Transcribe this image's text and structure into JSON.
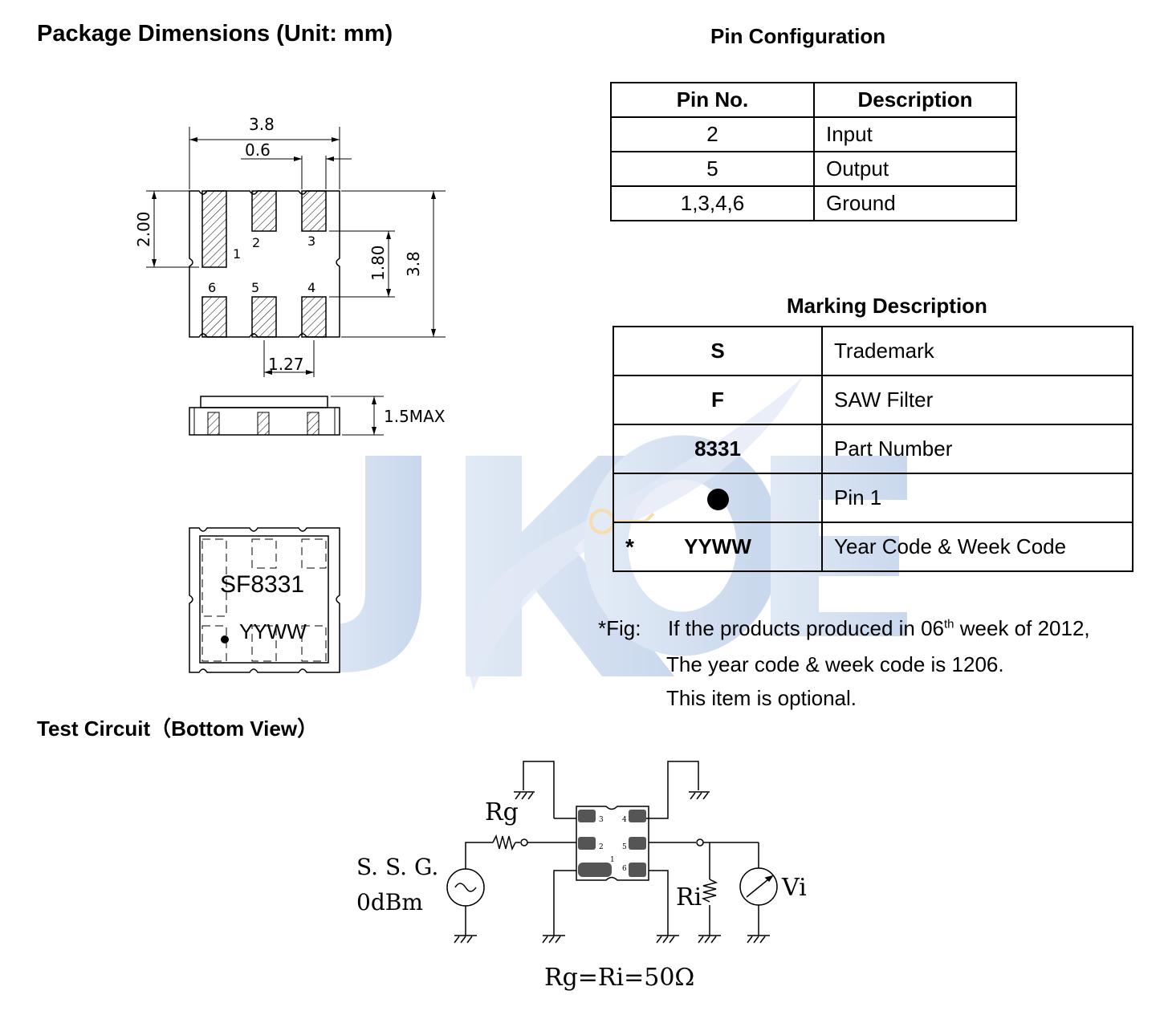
{
  "headings": {
    "package_dimensions": "Package Dimensions (Unit: mm)",
    "pin_configuration": "Pin Configuration",
    "marking_description": "Marking Description",
    "test_circuit": "Test Circuit（Bottom View）"
  },
  "dimensions": {
    "width": "3.8",
    "pad_width": "0.6",
    "pad_height": "2.00",
    "pad_span": "1.80",
    "height": "3.8",
    "pitch": "1.27",
    "max_height": "1.5MAX",
    "pins": [
      "1",
      "2",
      "3",
      "6",
      "5",
      "4"
    ]
  },
  "marking_view": {
    "part": "SF8331",
    "code": "YYWW"
  },
  "pin_table": {
    "headers": [
      "Pin No.",
      "Description"
    ],
    "rows": [
      [
        "2",
        "Input"
      ],
      [
        "5",
        "Output"
      ],
      [
        "1,3,4,6",
        "Ground"
      ]
    ]
  },
  "marking_table": {
    "rows": [
      {
        "mark": "S",
        "desc": "Trademark"
      },
      {
        "mark": "F",
        "desc": "SAW Filter"
      },
      {
        "mark": "8331",
        "desc": "Part Number"
      },
      {
        "mark": "dot",
        "desc": "Pin 1"
      },
      {
        "mark": "YYWW",
        "star": "*",
        "desc": "Year Code & Week Code"
      }
    ]
  },
  "note": {
    "label": "*Fig:",
    "line1_a": "If the products produced in 06",
    "line1_sup": "th",
    "line1_b": " week of 2012,",
    "line2": "The year code & week code is 1206.",
    "line3": "This item is optional."
  },
  "circuit": {
    "rg": "Rg",
    "ssg": "S. S. G.",
    "level": "0dBm",
    "ri": "Ri",
    "vi": "Vi",
    "formula": "Rg=Ri=50Ω",
    "pins": [
      "3",
      "4",
      "2",
      "5",
      "1",
      "6"
    ]
  },
  "watermark": {
    "text": "JKOE",
    "colors": [
      "#c9d9ee",
      "#d3ddf0",
      "#f2c06d"
    ]
  }
}
